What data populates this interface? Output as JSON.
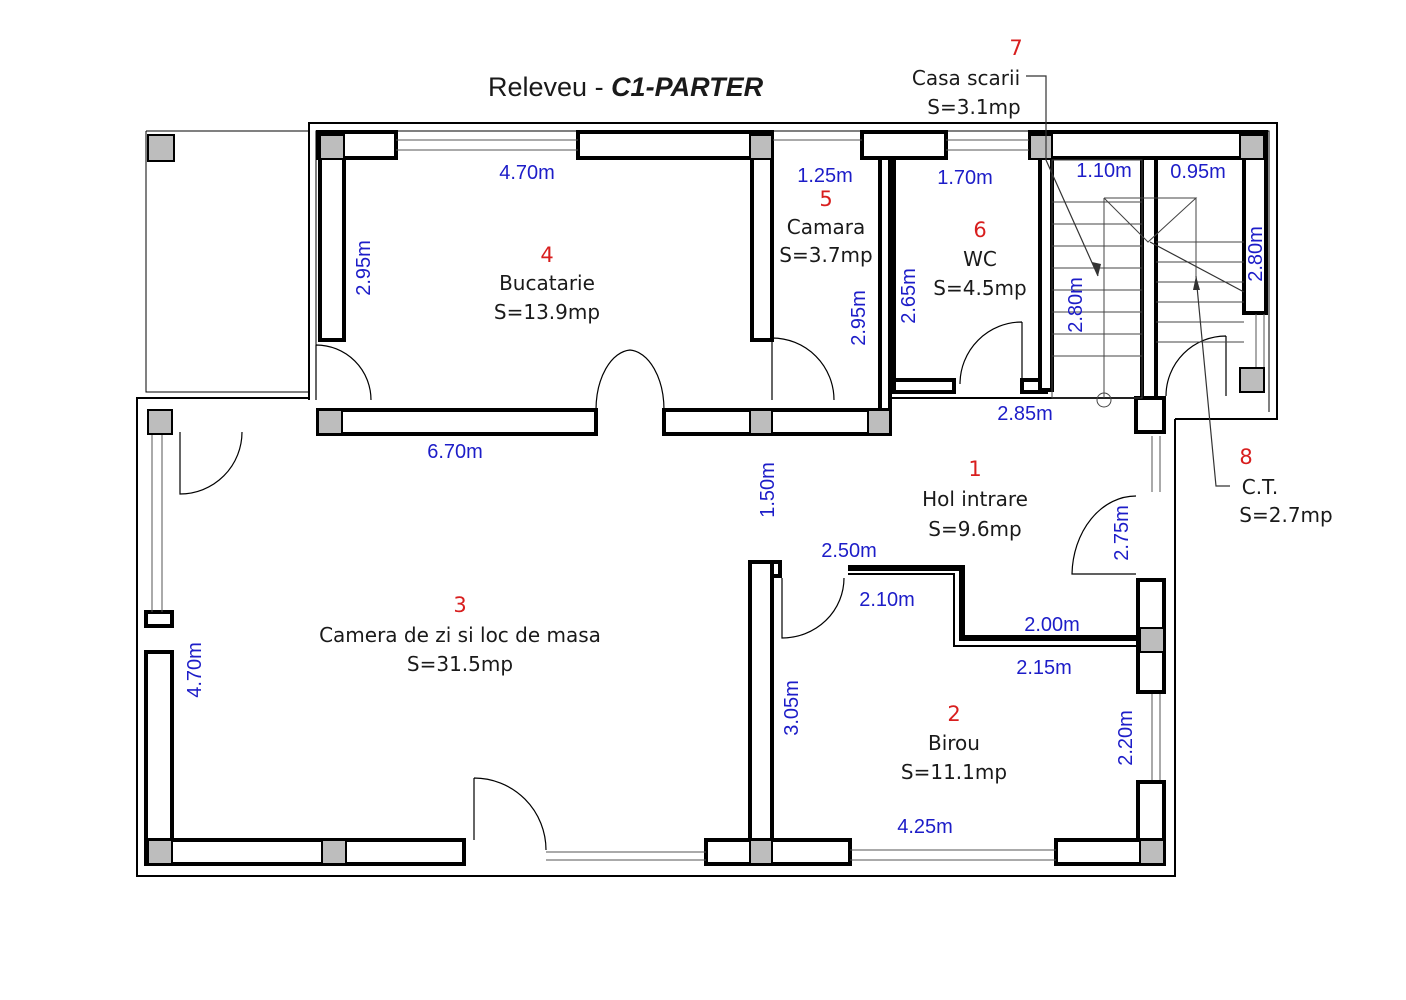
{
  "title": {
    "prefix": "Releveu - ",
    "name": "C1-PARTER"
  },
  "rooms": [
    {
      "id": "hol",
      "number": "1",
      "name": "Hol intrare",
      "area": "S=9.6mp"
    },
    {
      "id": "birou",
      "number": "2",
      "name": "Birou",
      "area": "S=11.1mp"
    },
    {
      "id": "living",
      "number": "3",
      "name": "Camera de zi si loc de masa",
      "area": "S=31.5mp"
    },
    {
      "id": "bucatarie",
      "number": "4",
      "name": "Bucatarie",
      "area": "S=13.9mp"
    },
    {
      "id": "camara",
      "number": "5",
      "name": "Camara",
      "area": "S=3.7mp"
    },
    {
      "id": "wc",
      "number": "6",
      "name": "WC",
      "area": "S=4.5mp"
    },
    {
      "id": "casa-scarii",
      "number": "7",
      "name": "Casa scarii",
      "area": "S=3.1mp"
    },
    {
      "id": "ct",
      "number": "8",
      "name": "C.T.",
      "area": "S=2.7mp"
    }
  ],
  "dimensions": {
    "bucatarie_width": "4.70m",
    "bucatarie_height": "2.95m",
    "living_top": "6.70m",
    "living_left": "4.70m",
    "camara_width": "1.25m",
    "camara_height": "2.95m",
    "wc_width": "1.70m",
    "wc_height": "2.65m",
    "stair_width_a": "1.10m",
    "stair_width_b": "0.95m",
    "stair_length": "2.80m",
    "ct_height": "2.80m",
    "hol_width": "2.85m",
    "hol_opening": "1.50m",
    "hol_depth": "2.75m",
    "hol_bottom": "2.50m",
    "hol_inner": "2.10m",
    "hol_step": "2.00m",
    "birou_top": "2.15m",
    "birou_left": "3.05m",
    "birou_right": "2.20m",
    "birou_bottom": "4.25m"
  }
}
